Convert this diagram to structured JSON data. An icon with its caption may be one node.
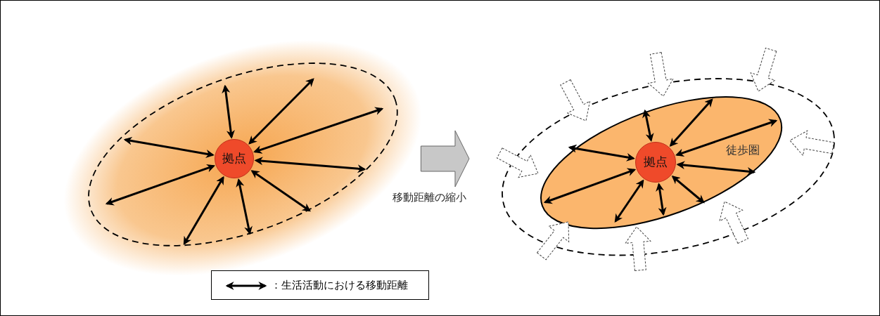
{
  "diagram": {
    "nodes": [
      {
        "text": [],
        "shape": "ellipse"
      },
      {
        "text": [
          "拠点"
        ],
        "in": 0
      },
      {
        "text": [],
        "shape": "ellipse"
      },
      {
        "text": [
          "徒歩圏"
        ],
        "in": 2
      },
      {
        "text": [
          "拠点"
        ],
        "in": 3
      }
    ],
    "edges": [
      {
        "from": 1,
        "to": null,
        "arrow": "both"
      },
      {
        "from": 1,
        "to": null,
        "arrow": "both"
      },
      {
        "from": 1,
        "to": null,
        "arrow": "both"
      },
      {
        "from": 1,
        "to": null,
        "arrow": "both"
      },
      {
        "from": 1,
        "to": null,
        "arrow": "both"
      },
      {
        "from": 1,
        "to": null,
        "arrow": "both"
      },
      {
        "from": 1,
        "to": null,
        "arrow": "both"
      },
      {
        "from": 1,
        "to": null,
        "arrow": "both"
      },
      {
        "from": 1,
        "to": null,
        "arrow": "both"
      },
      {
        "from": 4,
        "to": null,
        "arrow": "both"
      },
      {
        "from": 4,
        "to": null,
        "arrow": "both"
      },
      {
        "from": 4,
        "to": null,
        "arrow": "both"
      },
      {
        "from": 4,
        "to": null,
        "arrow": "both"
      },
      {
        "from": 4,
        "to": null,
        "arrow": "both"
      },
      {
        "from": 4,
        "to": null,
        "arrow": "both"
      },
      {
        "from": 4,
        "to": null,
        "arrow": "both"
      },
      {
        "from": 4,
        "to": null,
        "arrow": "both"
      },
      {
        "from": 4,
        "to": null,
        "arrow": "both"
      },
      {
        "from": 0,
        "to": 2,
        "arrow": "to",
        "label": "移動距離の縮小"
      }
    ],
    "legend": [
      {
        "text": "：生活活動における移動距離"
      }
    ]
  }
}
